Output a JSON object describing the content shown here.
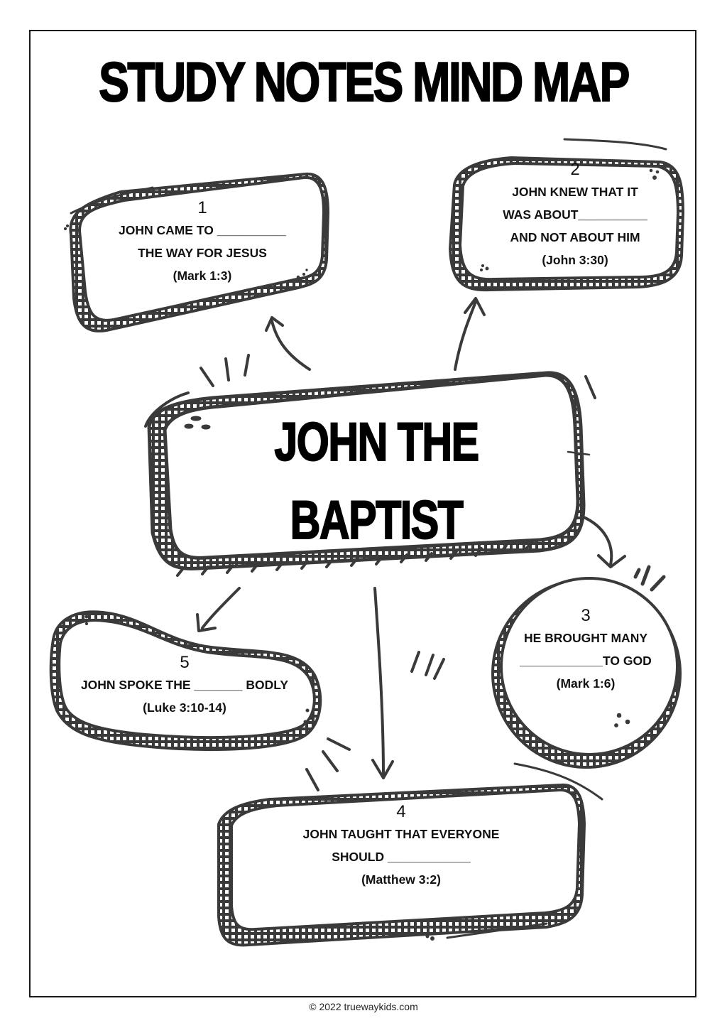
{
  "page": {
    "title": "STUDY NOTES MIND MAP",
    "footer": "© 2022 truewaykids.com"
  },
  "center": {
    "line1": "JOHN THE",
    "line2": "BAPTIST"
  },
  "nodes": [
    {
      "number": "1",
      "lines": [
        "JOHN CAME TO __________",
        "THE WAY FOR JESUS",
        "(Mark 1:3)"
      ]
    },
    {
      "number": "2",
      "lines": [
        "JOHN KNEW THAT IT",
        "WAS ABOUT__________",
        "AND NOT ABOUT HIM",
        "(John 3:30)"
      ]
    },
    {
      "number": "3",
      "lines": [
        "HE BROUGHT MANY",
        "____________TO GOD",
        "(Mark 1:6)"
      ]
    },
    {
      "number": "4",
      "lines": [
        "JOHN TAUGHT THAT EVERYONE",
        "SHOULD ____________",
        "(Matthew 3:2)"
      ]
    },
    {
      "number": "5",
      "lines": [
        "JOHN SPOKE THE _______ BODLY",
        "(Luke 3:10-14)"
      ]
    }
  ],
  "colors": {
    "ink": "#3a3a3a",
    "text": "#111111",
    "background": "#ffffff"
  }
}
